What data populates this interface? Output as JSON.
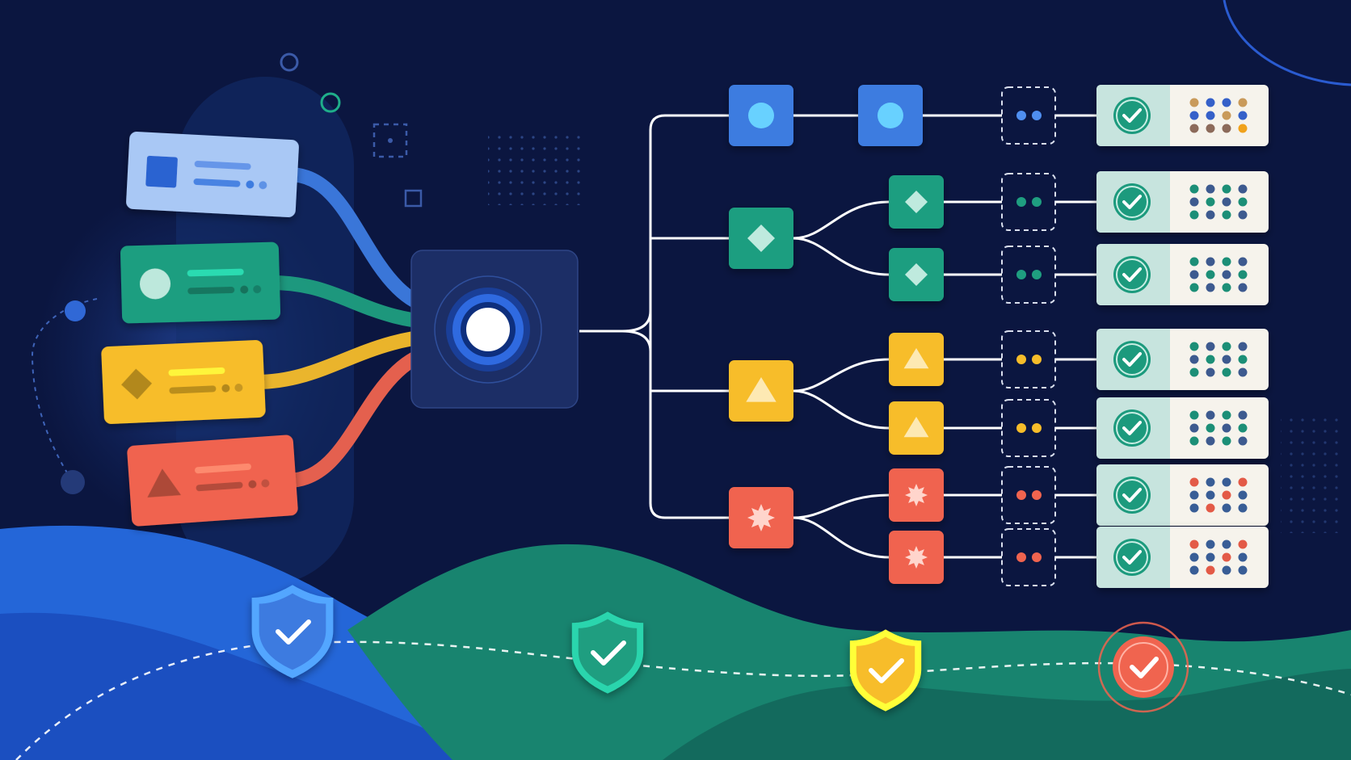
{
  "palette": {
    "background": "#0b1640",
    "blue": "#3d7be0",
    "blue_light": "#a9c8f5",
    "green": "#1f9e80",
    "yellow": "#f7bd2a",
    "red": "#f0644f",
    "line": "#ffffff",
    "status_bg": "#c7e4de",
    "grid_bg": "#f6f3ec"
  },
  "diagram": {
    "hub": {
      "icon": "target-hub-icon"
    },
    "sources": [
      {
        "icon": "square-icon",
        "color": "blue_light",
        "accent": "blue"
      },
      {
        "icon": "circle-icon",
        "color": "green",
        "accent": "green"
      },
      {
        "icon": "diamond-icon",
        "color": "yellow",
        "accent": "yellow"
      },
      {
        "icon": "triangle-icon",
        "color": "red",
        "accent": "red"
      }
    ],
    "branches": [
      {
        "icon": "circle-icon",
        "color": "blue",
        "children": [
          "circle-icon"
        ]
      },
      {
        "icon": "diamond-icon",
        "color": "green",
        "children": [
          "diamond-icon",
          "diamond-icon"
        ]
      },
      {
        "icon": "triangle-icon",
        "color": "yellow",
        "children": [
          "triangle-icon",
          "triangle-icon"
        ]
      },
      {
        "icon": "starburst-icon",
        "color": "red",
        "children": [
          "starburst-icon",
          "starburst-icon"
        ]
      }
    ],
    "outputs": [
      {
        "status_icon": "check-icon",
        "dot_color": "blue"
      },
      {
        "status_icon": "check-icon",
        "dot_color": "green"
      },
      {
        "status_icon": "check-icon",
        "dot_color": "green"
      },
      {
        "status_icon": "check-icon",
        "dot_color": "yellow"
      },
      {
        "status_icon": "check-icon",
        "dot_color": "yellow"
      },
      {
        "status_icon": "check-icon",
        "dot_color": "red"
      },
      {
        "status_icon": "check-icon",
        "dot_color": "red"
      }
    ],
    "milestones": [
      {
        "icon": "shield-check-icon",
        "color": "blue"
      },
      {
        "icon": "shield-check-icon",
        "color": "green"
      },
      {
        "icon": "shield-check-icon",
        "color": "yellow"
      },
      {
        "icon": "target-check-icon",
        "color": "red"
      }
    ]
  }
}
